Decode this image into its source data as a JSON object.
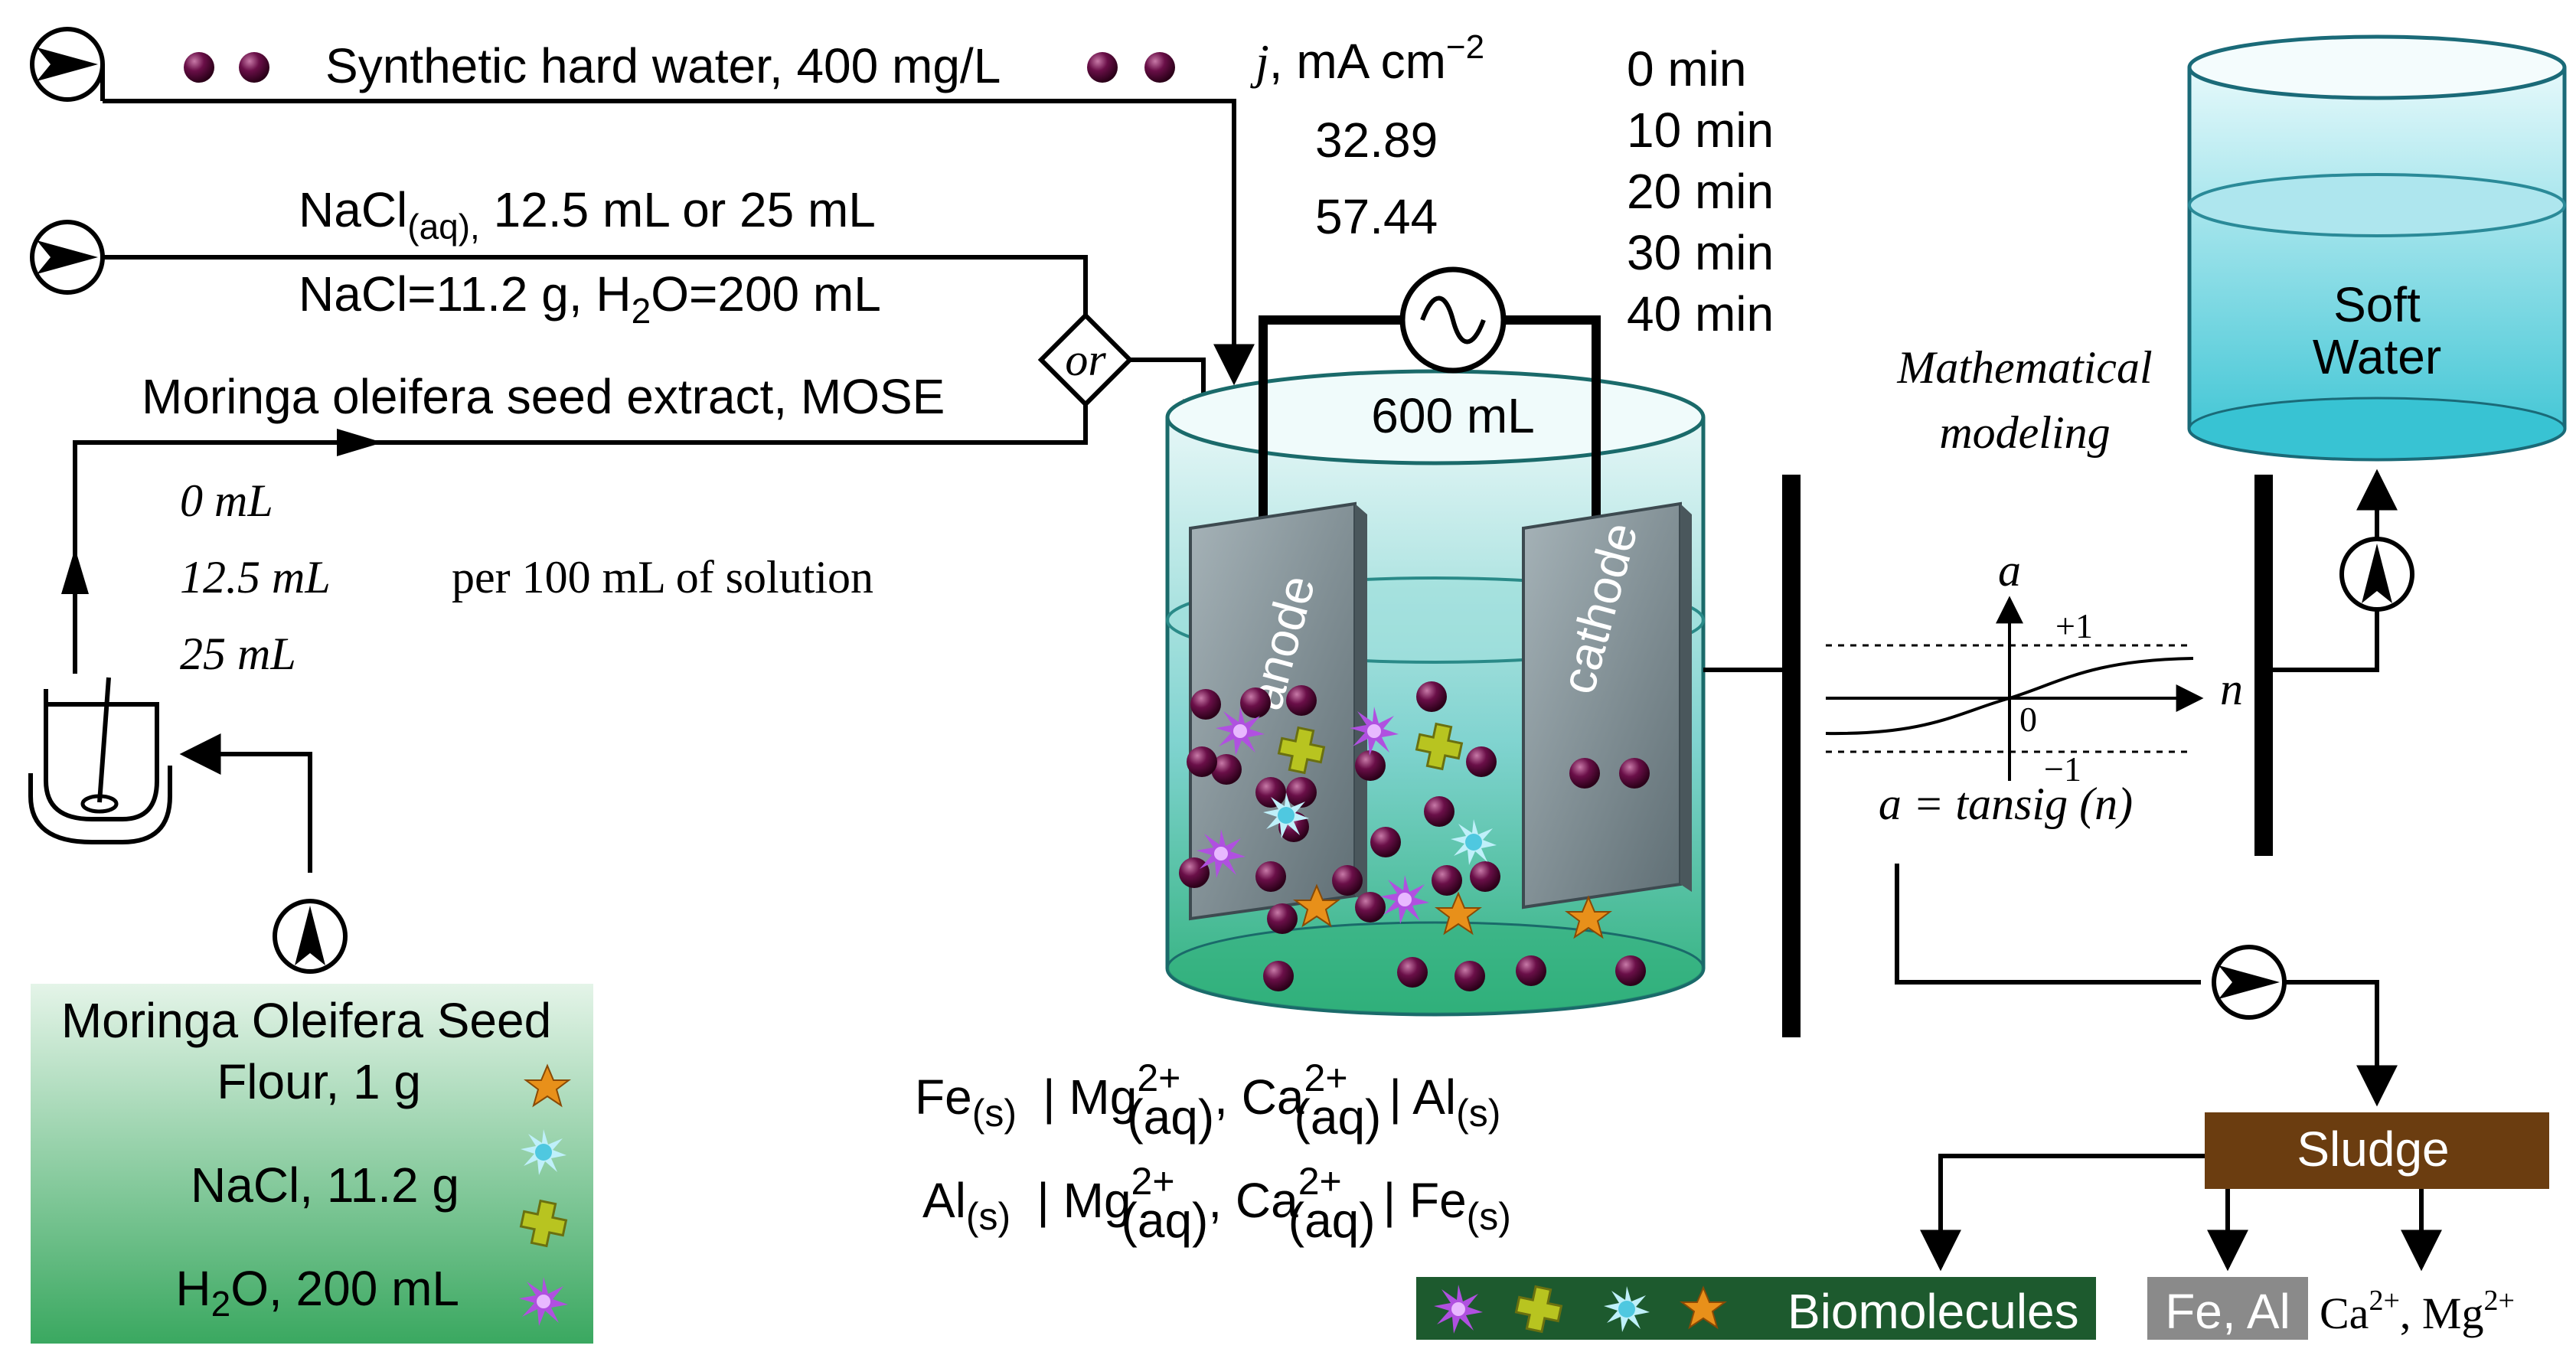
{
  "inputs": {
    "hard_water": "Synthetic hard water, 400 mg/L",
    "nacl_line1_pre": "NaCl",
    "nacl_line1_sub": "(aq),",
    "nacl_line1_post": " 12.5 mL or 25 mL",
    "nacl_line2_pre": "NaCl=11.2 g, H",
    "nacl_line2_sub": "2",
    "nacl_line2_post": "O=200 mL",
    "or_label": "or",
    "mose": "Moringa oleifera seed extract, MOSE",
    "doses": [
      "0 mL",
      "12.5 mL",
      "25 mL"
    ],
    "per_unit": "per 100 mL of solution"
  },
  "current_density": {
    "label_j": "j",
    "label_unit": ", mA cm",
    "label_exp": "−2",
    "values": [
      "32.89",
      "57.44"
    ]
  },
  "times": [
    "0 min",
    "10 min",
    "20 min",
    "30 min",
    "40 min"
  ],
  "reactor": {
    "volume": "600 mL",
    "anode": "anode",
    "cathode": "cathode"
  },
  "equations": {
    "eq1": {
      "a": "Fe",
      "a_sub": "(s)",
      "mg": "| Mg",
      "mg_sup": "2+",
      "mg_sub": "(aq)",
      "ca": ", Ca",
      "ca_sup": "2+",
      "ca_sub": "(aq)",
      "b": "| Al",
      "b_sub": "(s)"
    },
    "eq2": {
      "a": "Al",
      "a_sub": "(s)",
      "mg": "| Mg",
      "mg_sup": "2+",
      "mg_sub": "(aq)",
      "ca": ", Ca",
      "ca_sup": "2+",
      "ca_sub": "(aq)",
      "b": "| Fe",
      "b_sub": "(s)"
    }
  },
  "model": {
    "title_line1": "Mathematical",
    "title_line2": "modeling",
    "axis_a": "a",
    "axis_n": "n",
    "plus_one": "+1",
    "zero": "0",
    "minus_one": "−1",
    "formula": "a = tansig (n)"
  },
  "product": {
    "soft_line1": "Soft",
    "soft_line2": "Water"
  },
  "sludge": {
    "label": "Sludge",
    "biomolecules": "Biomolecules",
    "metals": "Fe, Al",
    "ions_ca": "Ca",
    "ions_ca_sup": "2+",
    "ions_sep": ", Mg",
    "ions_mg_sup": "2+"
  },
  "legend": {
    "title": "Moringa Oleifera Seed",
    "flour": "Flour, 1 g",
    "nacl": "NaCl, 11.2 g",
    "water_pre": "H",
    "water_sub": "2",
    "water_post": "O, 200 mL"
  },
  "colors": {
    "particle": "#5a0a3c",
    "star_orange": "#e8901a",
    "burst_cyan": "#7fe0f0",
    "cross_olive": "#aab820",
    "burst_purple": "#b050e0",
    "electrode": "#7a8a90",
    "sludge": "#6b3d10",
    "bio_bar": "#1d5a2e",
    "metals_bg": "#8a8a8a",
    "tank_water": "#40b8b0",
    "legend_green": "#3aa860"
  }
}
